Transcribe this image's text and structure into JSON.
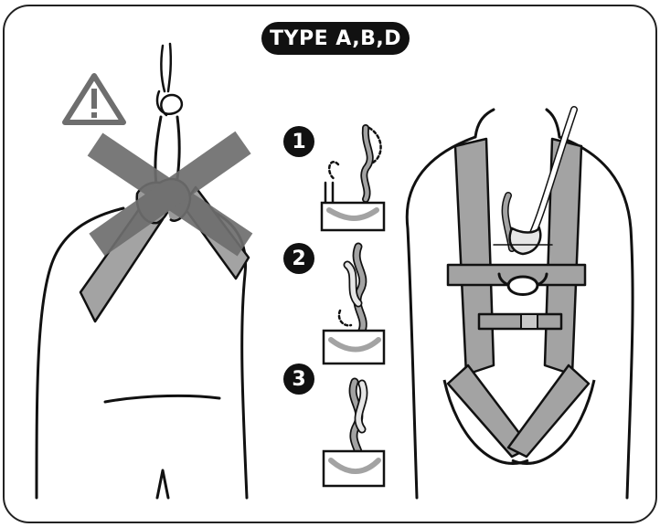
{
  "header": {
    "type_label": "TYPE A,B,D"
  },
  "steps": [
    {
      "number": "1"
    },
    {
      "number": "2"
    },
    {
      "number": "3"
    }
  ],
  "icons": {
    "warning": "warning-triangle-icon",
    "prohibited": "x-cross-icon"
  },
  "colors": {
    "strap": "#a3a3a3",
    "outline": "#111111",
    "cross": "#6e6e6e",
    "badge": "#111111"
  }
}
